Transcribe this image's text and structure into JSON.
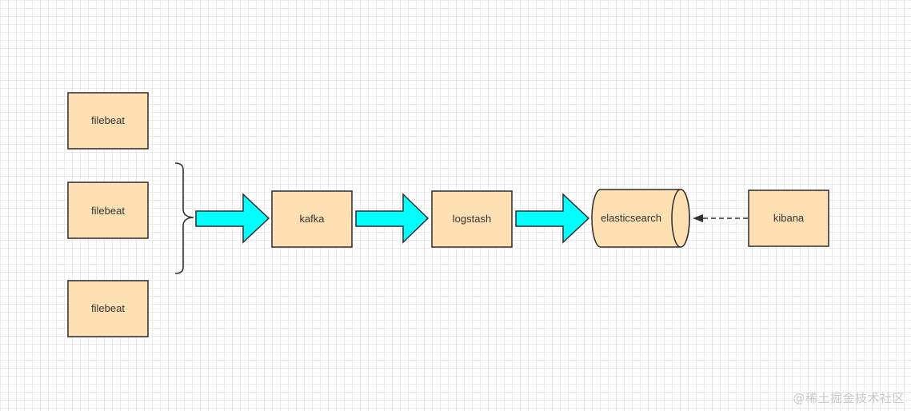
{
  "diagram": {
    "nodes": {
      "filebeat_1": "filebeat",
      "filebeat_2": "filebeat",
      "filebeat_3": "filebeat",
      "kafka": "kafka",
      "logstash": "logstash",
      "elasticsearch": "elasticsearch",
      "kibana": "kibana"
    },
    "colors": {
      "node_fill": "#FFE0B2",
      "node_stroke": "#2b2b2b",
      "arrow_fill": "#00FFFF",
      "connector": "#333333"
    }
  },
  "watermark": "@稀土掘金技术社区"
}
